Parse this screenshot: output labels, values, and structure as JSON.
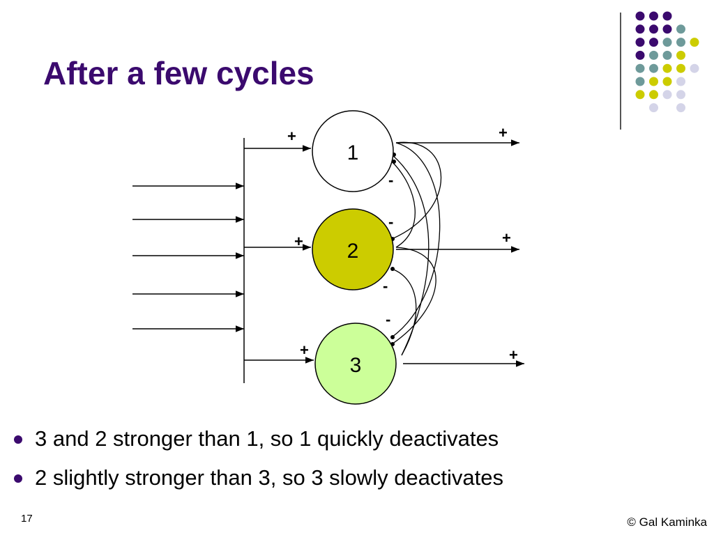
{
  "slide": {
    "title": "After a few cycles",
    "bullets": [
      "3 and 2 stronger than 1, so 1 quickly deactivates",
      "2 slightly stronger than 3, so 3 slowly deactivates"
    ],
    "slide_number": "17",
    "copyright": "© Gal Kaminka"
  },
  "colors": {
    "title": "#3b0a6e",
    "bullet": "#3b0a6e",
    "node1_fill": "#ffffff",
    "node2_fill": "#cccc00",
    "node3_fill": "#ccff99",
    "decor_purple": "#3b0a6e",
    "decor_teal": "#6e9a9a",
    "decor_yellow": "#cccc00",
    "decor_lavender": "#d4d4e8"
  },
  "diagram": {
    "nodes": [
      {
        "label": "1",
        "fill": "#ffffff"
      },
      {
        "label": "2",
        "fill": "#cccc00"
      },
      {
        "label": "3",
        "fill": "#ccff99"
      }
    ],
    "input_signs": [
      "+",
      "+",
      "+"
    ],
    "output_signs": [
      "+",
      "+",
      "+"
    ],
    "inhibition_signs": [
      "-",
      "-",
      "-",
      "-"
    ]
  }
}
